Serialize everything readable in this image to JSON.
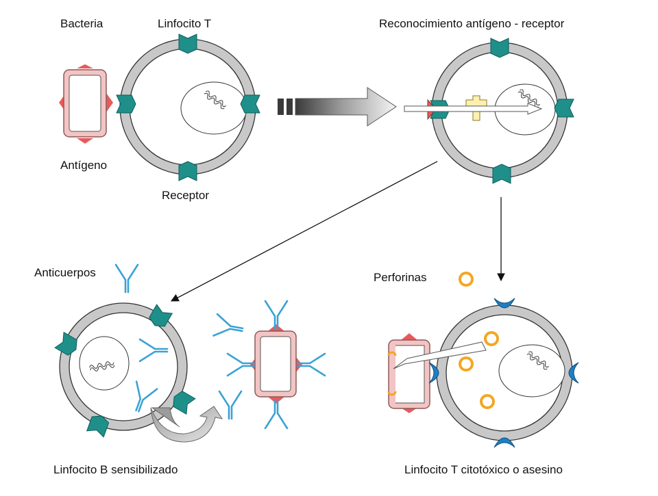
{
  "labels": {
    "bacteria": "Bacteria",
    "linfocito_t": "Linfocito T",
    "reconocimiento": "Reconocimiento antígeno - receptor",
    "antigeno": "Antígeno",
    "receptor": "Receptor",
    "anticuerpos": "Anticuerpos",
    "perforinas": "Perforinas",
    "linfocito_b": "Linfocito B sensibilizado",
    "linfocito_t_citotoxico": "Linfocito T citotóxico o asesino"
  },
  "colors": {
    "membrane": "#c8c8c8",
    "receptor": "#1f8f8a",
    "antigen": "#e85a5a",
    "bacteria_fill": "#f2c4c4",
    "antibody": "#3aa2d6",
    "perforin": "#f5a623",
    "complex": "#fdf0b0"
  }
}
